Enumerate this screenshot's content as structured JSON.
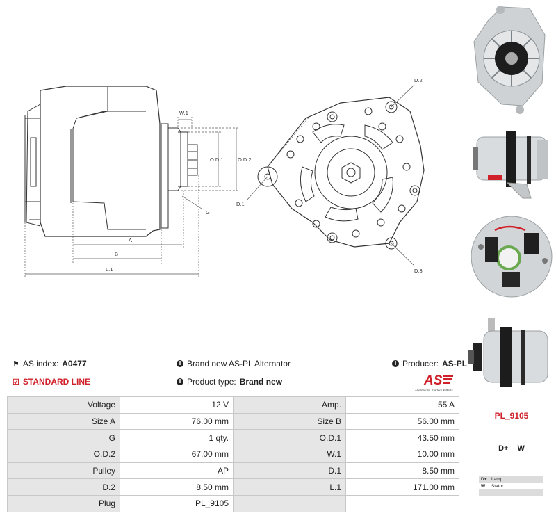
{
  "drawing": {
    "labels": {
      "w1": "W.1",
      "od1": "O.D.1",
      "od2": "O.D.2",
      "g": "G",
      "a": "A",
      "b": "B",
      "l1": "L.1",
      "d1": "D.1",
      "d2": "D.2",
      "d3": "D.3"
    }
  },
  "info": {
    "as_index_label": "AS index:",
    "as_index_value": "A0477",
    "standard_line": "STANDARD LINE",
    "description": "Brand new AS-PL Alternator",
    "product_type_label": "Product type:",
    "product_type_value": "Brand new",
    "producer_label": "Producer:",
    "producer_value": "AS-PL"
  },
  "logo": {
    "mark": "AS",
    "tagline": "Alternators, Starters & Parts",
    "color": "#d0202a"
  },
  "specs": [
    [
      "Voltage",
      "12 V",
      "Amp.",
      "55 A"
    ],
    [
      "Size A",
      "76.00 mm",
      "Size B",
      "56.00 mm"
    ],
    [
      "G",
      "1 qty.",
      "O.D.1",
      "43.50 mm"
    ],
    [
      "O.D.2",
      "67.00 mm",
      "W.1",
      "10.00 mm"
    ],
    [
      "Pulley",
      "AP",
      "D.1",
      "8.50 mm"
    ],
    [
      "D.2",
      "8.50 mm",
      "L.1",
      "171.00 mm"
    ],
    [
      "Plug",
      "PL_9105",
      "",
      ""
    ]
  ],
  "plug": {
    "code": "PL_9105",
    "terminals": "D+ W",
    "legend": [
      {
        "key": "D+",
        "value": "Lamp"
      },
      {
        "key": "W",
        "value": "Stator"
      },
      {
        "key": "",
        "value": ""
      },
      {
        "key": "",
        "value": ""
      }
    ]
  },
  "colors": {
    "accent": "#d0202a",
    "label_cell": "#e6e6e6",
    "border": "#c8c8c8"
  }
}
